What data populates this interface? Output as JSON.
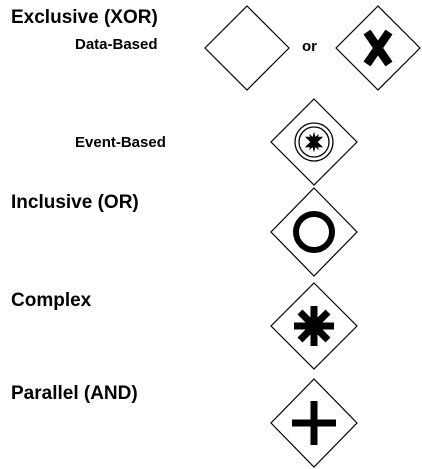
{
  "labels": {
    "exclusive": "Exclusive (XOR)",
    "data_based": "Data-Based",
    "or": "or",
    "event_based": "Event-Based",
    "inclusive": "Inclusive (OR)",
    "complex": "Complex",
    "parallel": "Parallel (AND)"
  },
  "colors": {
    "stroke": "#000000",
    "fill": "#ffffff"
  },
  "icons": {
    "exclusive_plain": "diamond",
    "exclusive_marked": "x-mark",
    "event_based": "double-circle-star",
    "inclusive": "circle",
    "complex": "asterisk",
    "parallel": "plus"
  }
}
